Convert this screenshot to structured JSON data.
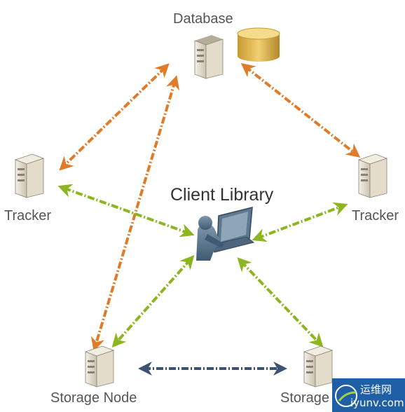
{
  "nodes": {
    "database": "Database",
    "client": "Client Library",
    "tracker_left": "Tracker",
    "tracker_right": "Tracker",
    "storage_left": "Storage Node",
    "storage_right": "Storage"
  },
  "watermark": {
    "line1": "运维网",
    "line2": "iyunv.com"
  },
  "colors": {
    "database_links": "#e07b2a",
    "client_links": "#8db51f",
    "storage_link": "#3b5270",
    "label_text": "#555555"
  }
}
